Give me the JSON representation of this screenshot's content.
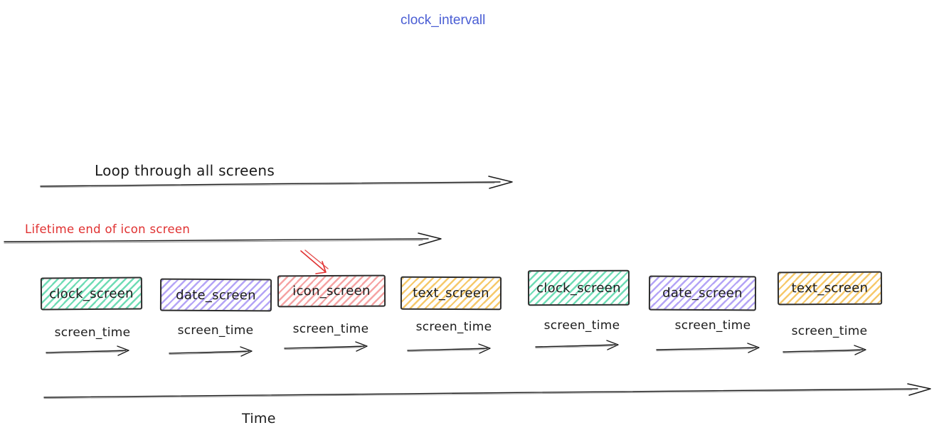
{
  "title": {
    "text": "clock_intervall",
    "color": "#4a5ed4"
  },
  "loop_arrow": {
    "label": "Loop through all screens"
  },
  "lifetime_annotation": {
    "label": "Lifetime end of icon screen",
    "color": "#e03131"
  },
  "screens": [
    {
      "label": "clock_screen",
      "color": "green"
    },
    {
      "label": "date_screen",
      "color": "purple"
    },
    {
      "label": "icon_screen",
      "color": "red"
    },
    {
      "label": "text_screen",
      "color": "yellow"
    },
    {
      "label": "clock_screen",
      "color": "green"
    },
    {
      "label": "date_screen",
      "color": "purple"
    },
    {
      "label": "text_screen",
      "color": "yellow"
    }
  ],
  "screen_time_label": "screen_time",
  "time_axis": {
    "label": "Time"
  },
  "palette": {
    "green_hatch": "#6fdcb5",
    "purple_hatch": "#b4a4f6",
    "red_hatch": "#f5a3a3",
    "yellow_hatch": "#f6c96b",
    "ink": "#1b1b1b",
    "annotation_red": "#e03131",
    "title_blue": "#4a5ed4"
  }
}
